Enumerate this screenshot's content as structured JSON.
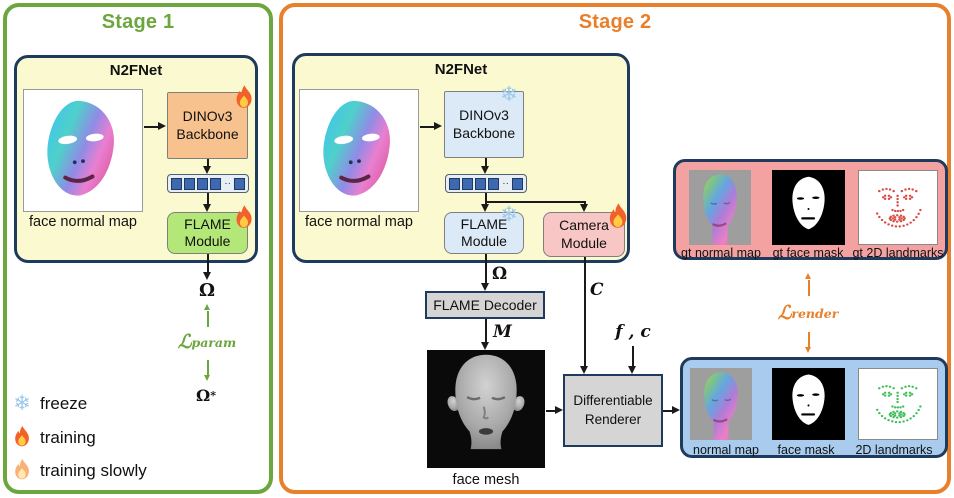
{
  "colors": {
    "stage1_accent": "#6CA63F",
    "stage2_accent": "#E8802B",
    "navy_border": "#1E3A5C",
    "n2fnet_bg": "#FBF9D0",
    "dino_stage1_bg": "#F8C28E",
    "flame_stage1_bg": "#B3E878",
    "frozen_module_bg": "#DCE9F6",
    "camera_bg": "#F7C6C5",
    "gray_box_bg": "#D5D5D5",
    "gt_panel_bg": "#F4A1A1",
    "render_panel_bg": "#A9CCEE",
    "token_fill": "#3E69B2",
    "gt_landmark_color": "#D94A43",
    "pred_landmark_color": "#3FBE58"
  },
  "icons": {
    "snowflake": "❄",
    "flame": "flame-icon",
    "flame_light": "flame-light-icon",
    "token_dots": "··"
  },
  "stage1": {
    "title": "Stage 1",
    "n2fnet": {
      "title": "N2FNet",
      "input_caption": "face normal map",
      "backbone_line1": "DINOv3",
      "backbone_line2": "Backbone",
      "flame_line1": "FLAME",
      "flame_line2": "Module"
    },
    "omega": "Ω",
    "loss_symbol": "ℒ",
    "loss_sub": "param",
    "omega_star_base": "Ω",
    "omega_star_sup": "*"
  },
  "stage2": {
    "title": "Stage 2",
    "n2fnet": {
      "title": "N2FNet",
      "input_caption": "face normal map",
      "backbone_line1": "DINOv3",
      "backbone_line2": "Backbone",
      "flame_line1": "FLAME",
      "flame_line2": "Module",
      "camera_line1": "Camera",
      "camera_line2": "Module"
    },
    "omega": "Ω",
    "c_label": "C",
    "m_label": "M",
    "fc_label": "f , c",
    "flame_decoder": "FLAME Decoder",
    "mesh_caption": "face mesh",
    "renderer_line1": "Differentiable",
    "renderer_line2": "Renderer"
  },
  "gt_panel": {
    "captions": [
      "gt normal map",
      "gt face mask",
      "gt 2D landmarks"
    ]
  },
  "render_panel": {
    "captions": [
      "normal map",
      "face mask",
      "2D landmarks"
    ]
  },
  "loss_render": {
    "symbol": "ℒ",
    "sub": "render"
  },
  "legend": {
    "freeze": "freeze",
    "training": "training",
    "training_slowly": "training slowly"
  }
}
